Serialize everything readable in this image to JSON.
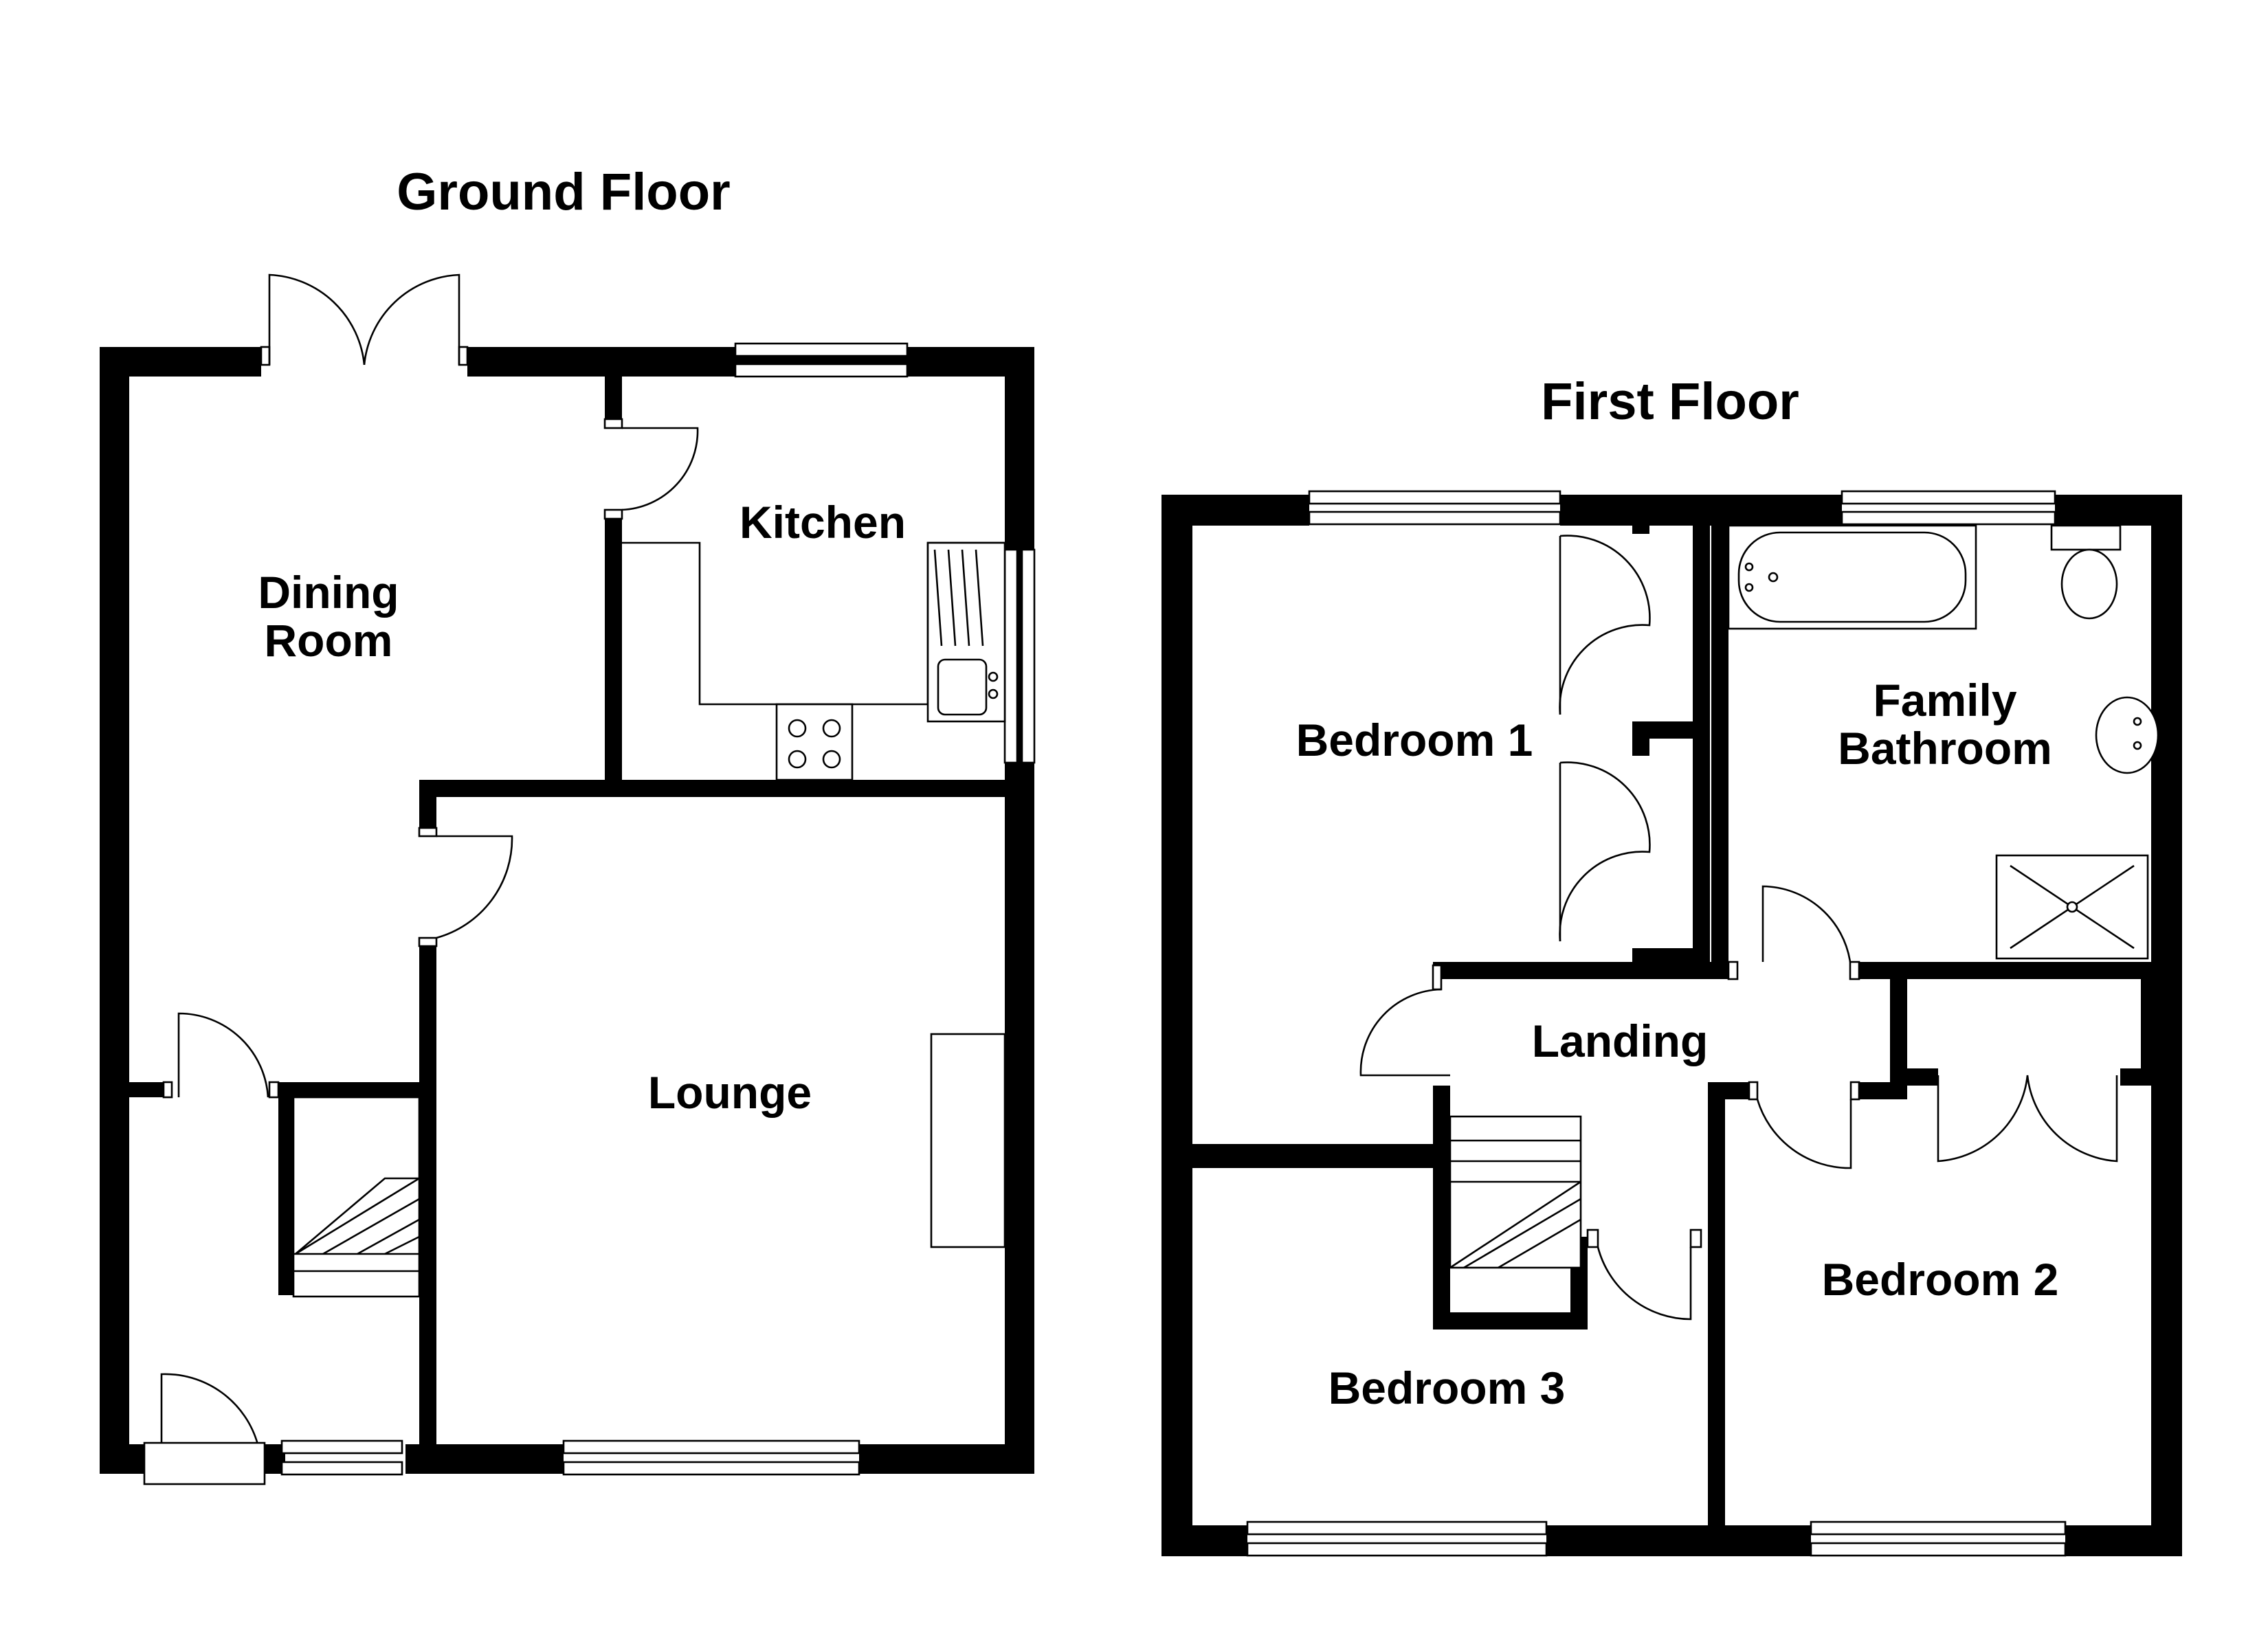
{
  "floors": {
    "ground": {
      "title": "Ground Floor",
      "rooms": {
        "dining_line1": "Dining",
        "dining_line2": "Room",
        "kitchen": "Kitchen",
        "lounge": "Lounge"
      }
    },
    "first": {
      "title": "First Floor",
      "rooms": {
        "bedroom1": "Bedroom 1",
        "bathroom_line1": "Family",
        "bathroom_line2": "Bathroom",
        "landing": "Landing",
        "bedroom2": "Bedroom 2",
        "bedroom3": "Bedroom 3"
      }
    }
  },
  "colors": {
    "wall": "#000000",
    "background": "#ffffff"
  }
}
